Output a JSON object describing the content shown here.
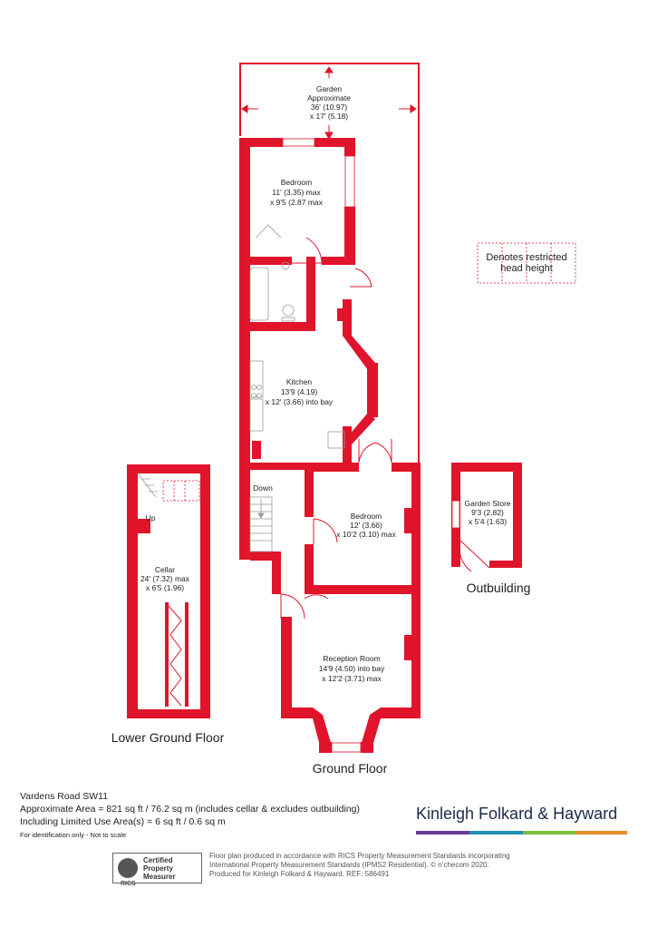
{
  "rooms": {
    "garden": {
      "name": "Garden",
      "line1": "Approximate",
      "line2": "36' (10.97)",
      "line3": "x 17' (5.18)"
    },
    "bedroom_rear": {
      "name": "Bedroom",
      "line1": "11' (3.35) max",
      "line2": "x 9'5 (2.87 max"
    },
    "kitchen": {
      "name": "Kitchen",
      "line1": "13'9 (4.19)",
      "line2": "x 12' (3.66) into bay"
    },
    "bedroom_mid": {
      "name": "Bedroom",
      "line1": "12' (3.66)",
      "line2": "x 10'2 (3.10) max"
    },
    "reception": {
      "name": "Reception Room",
      "line1": "14'9 (4.50) into bay",
      "line2": "x 12'2 (3.71) max"
    },
    "cellar": {
      "name": "Cellar",
      "line1": "24' (7.32) max",
      "line2": "x 6'5 (1.96)"
    },
    "garden_store": {
      "name": "Garden Store",
      "line1": "9'3 (2.82)",
      "line2": "x 5'4 (1.63)"
    }
  },
  "stairs": {
    "down": "Down",
    "up": "Up"
  },
  "legend": {
    "line1": "Denotes restricted",
    "line2": "head height"
  },
  "floors": {
    "lower": "Lower Ground Floor",
    "ground": "Ground Floor",
    "outbuilding": "Outbuilding"
  },
  "footer": {
    "address": "Vardens Road SW11",
    "area": "Approximate Area = 821 sq ft / 76.2 sq m (includes cellar & excludes outbuilding)",
    "limited": "Including Limited Use Area(s) = 6 sq ft / 0.6 sq m",
    "note": "For identification only - Not to scale",
    "disclaimer1": "Floor plan produced in accordance with RICS Property Measurement Standards incorporating",
    "disclaimer2": "International Property Measurement Standards (IPMS2 Residential).  © n’checom 2020.",
    "disclaimer3": "Produced for Kinleigh Folkard & Hayward.   REF: 586491"
  },
  "badge": {
    "line1": "Certified",
    "line2": "Property",
    "line3": "Measurer",
    "logo_text": "RICS"
  },
  "brand": {
    "name": "Kinleigh Folkard & Hayward"
  },
  "colors": {
    "wall": "#e0142b",
    "bar1": "#6b3a94",
    "bar2": "#1f8fb5",
    "bar3": "#7dbf3b",
    "bar4": "#e58b2a"
  }
}
